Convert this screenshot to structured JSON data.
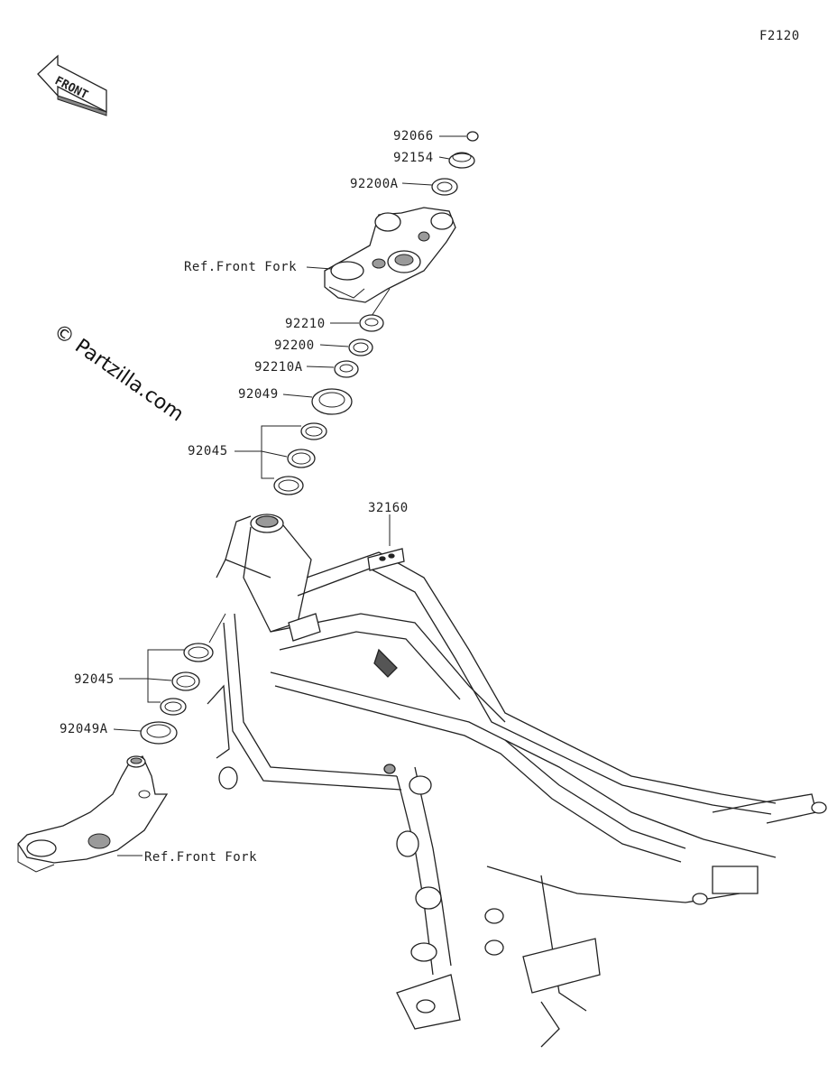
{
  "figure_code": "F2120",
  "direction_arrow": {
    "label": "FRONT"
  },
  "watermark": "© Partzilla.com",
  "callouts": {
    "p92066": "92066",
    "p92154": "92154",
    "p92200A": "92200A",
    "ref_front_fork_top": "Ref.Front Fork",
    "p92210": "92210",
    "p92200": "92200",
    "p92210A": "92210A",
    "p92049": "92049",
    "p92045_upper": "92045",
    "p32160": "32160",
    "p92045_lower": "92045",
    "p92049A": "92049A",
    "ref_front_fork_bottom": "Ref.Front Fork"
  }
}
